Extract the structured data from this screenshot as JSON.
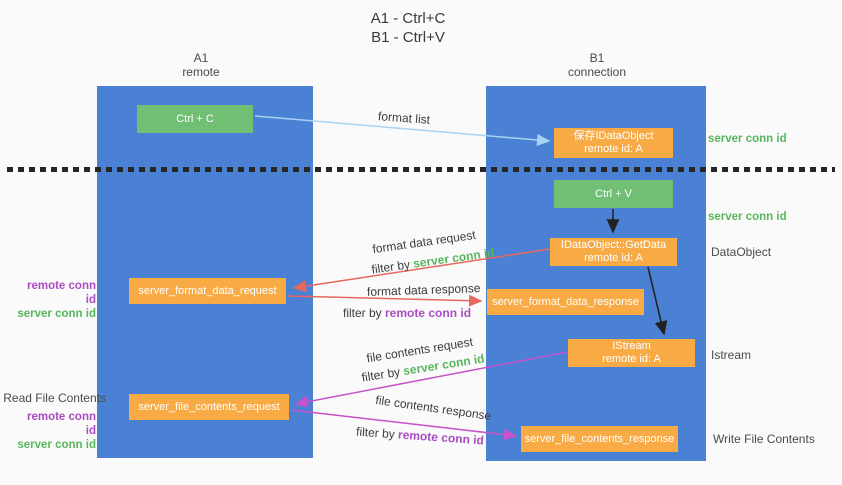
{
  "title": {
    "line1": "A1 - Ctrl+C",
    "line2": "B1 - Ctrl+V"
  },
  "lifelines": {
    "a1": {
      "id": "A1",
      "label": "remote"
    },
    "b1": {
      "id": "B1",
      "label": "connection"
    }
  },
  "nodes": {
    "ctrl_c": {
      "label": "Ctrl + C"
    },
    "save_idataobject": {
      "line1": "保存IDataObject",
      "line2": "remote id: A"
    },
    "ctrl_v": {
      "label": "Ctrl + V"
    },
    "getdata": {
      "line1": "IDataObject::GetData",
      "line2": "remote id: A"
    },
    "format_request": {
      "label": "server_format_data_request"
    },
    "format_response": {
      "label": "server_format_data_response"
    },
    "istream": {
      "line1": "IStream",
      "line2": "remote id: A"
    },
    "file_request": {
      "label": "server_file_contents_request"
    },
    "file_response": {
      "label": "server_file_contents_response"
    }
  },
  "side_labels": {
    "server_conn_id_top": "server conn id",
    "server_conn_id_mid": "server conn id",
    "dataobject": "DataObject",
    "istream": "Istream",
    "read_file_contents": "Read File Contents",
    "write_file_contents": "Write File Contents",
    "remote_conn_id_1": "remote conn id",
    "server_conn_id_1": "server conn id",
    "remote_conn_id_2": "remote conn id",
    "server_conn_id_2": "server conn id"
  },
  "arrow_labels": {
    "format_list": "format list",
    "format_data_request": "format data request",
    "filter_by_1": {
      "prefix": "filter by ",
      "value": "server conn id"
    },
    "format_data_response": "format data response",
    "filter_by_2": {
      "prefix": "filter by ",
      "value": "remote conn id"
    },
    "file_contents_request": "file contents request",
    "filter_by_3": {
      "prefix": "filter by ",
      "value": "server conn id"
    },
    "file_contents_response": "file contents response",
    "filter_by_4": {
      "prefix": "filter by ",
      "value": "remote conn id"
    }
  },
  "colors": {
    "column_blue": "#4a81d4",
    "box_orange": "#f8ab44",
    "box_green": "#71bf74",
    "arrow_light_blue": "#a9d3f2",
    "arrow_red": "#e8675e",
    "arrow_magenta": "#c553c9",
    "arrow_black": "#222222",
    "text_green": "#58b65c",
    "text_purple": "#a94dc1",
    "divider_black": "#262626"
  }
}
